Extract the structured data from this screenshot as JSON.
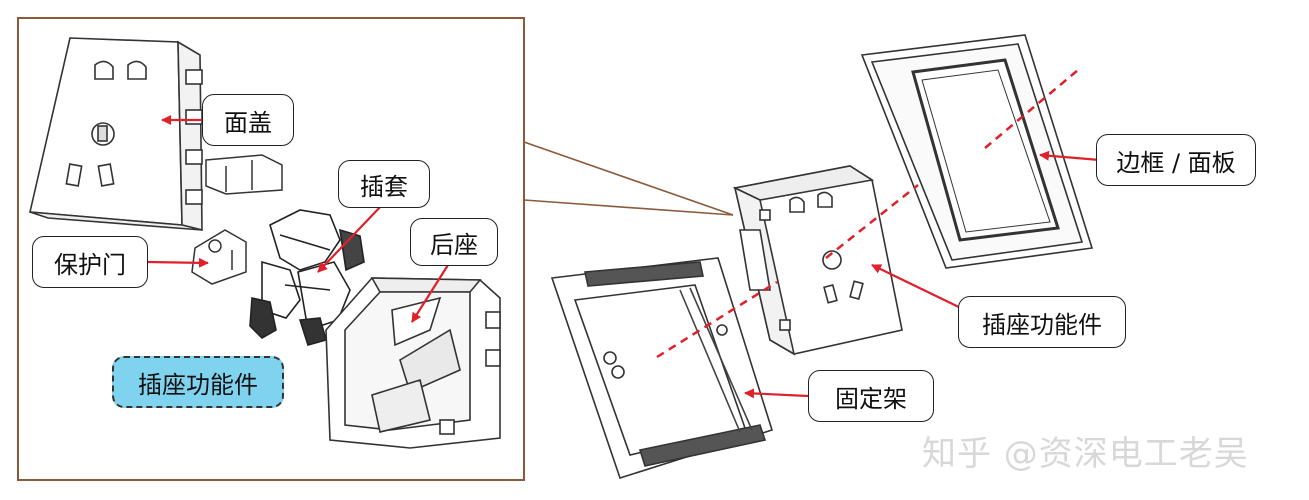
{
  "callouts": {
    "mian_gai": "面盖",
    "cha_tao": "插套",
    "bao_hu_men": "保护门",
    "hou_zuo": "后座",
    "function_part_left": "插座功能件",
    "bian_kuang": "边框 / 面板",
    "function_part_right": "插座功能件",
    "gu_ding_jia": "固定架"
  },
  "watermark": "知乎 @资深电工老吴",
  "colors": {
    "arrow": "#e0202a",
    "frame_border": "#8b5a3c",
    "highlight_fill": "#7fd3ee",
    "dashed_axis": "#e0202a"
  }
}
